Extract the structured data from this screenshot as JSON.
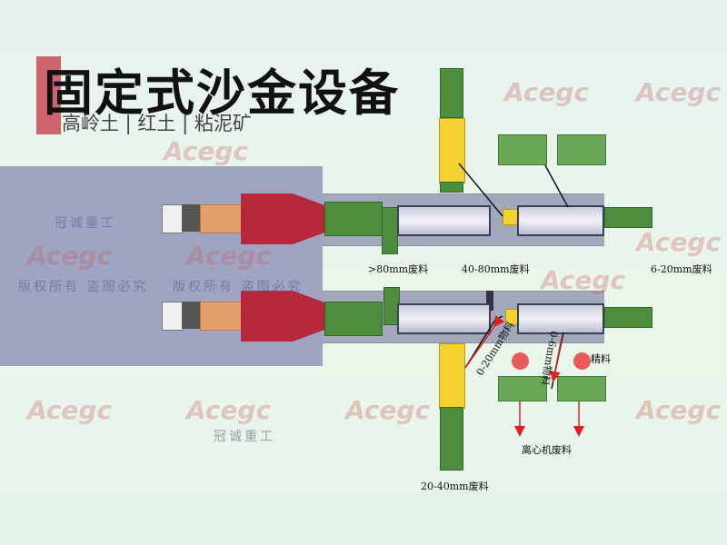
{
  "title": "固定式沙金设备",
  "subtitle": "高岭土 | 红土 | 粘泥矿",
  "watermark": {
    "brand": "Acegc",
    "company": "冠诚重工",
    "copyright": "版权所有 盗图必究"
  },
  "labels": {
    "over80": ">80mm废料",
    "w40_80": "40-80mm废料",
    "w6_20": "6-20mm废料",
    "w20_40": "20-40mm废料",
    "m0_20": "0-20mm物料",
    "m0_6": "0-6mm物料",
    "concentrate": "精料",
    "centrifuge_waste": "离心机废料"
  },
  "colors": {
    "hopper": "#b8283c",
    "conveyor": "#4e8d3e",
    "feeder": "#f4d030",
    "arrow": "#e02020",
    "platform": "#9ea4c2"
  }
}
